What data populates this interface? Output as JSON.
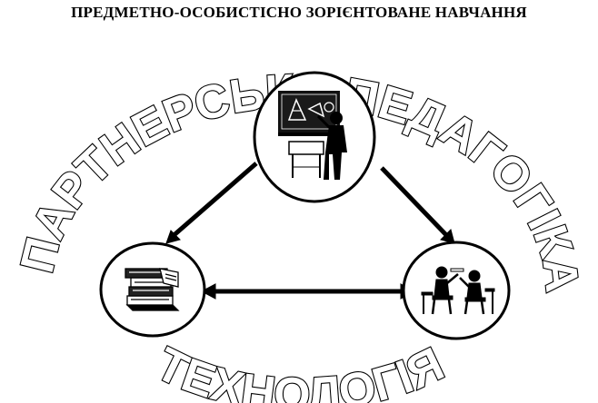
{
  "title": "ПРЕДМЕТНО-ОСОБИСТІСНО ЗОРІЄНТОВАНЕ НАВЧАННЯ",
  "ring_text": {
    "top": "ПАРТНЕРСЬКА ПЕДАГОГІКА",
    "bottom": "ТЕХНОЛОГІЯ"
  },
  "nodes": {
    "teacher": {
      "icon": "teacher-at-blackboard-icon"
    },
    "books": {
      "icon": "stack-of-books-icon"
    },
    "students": {
      "icon": "students-at-desks-icon"
    }
  }
}
